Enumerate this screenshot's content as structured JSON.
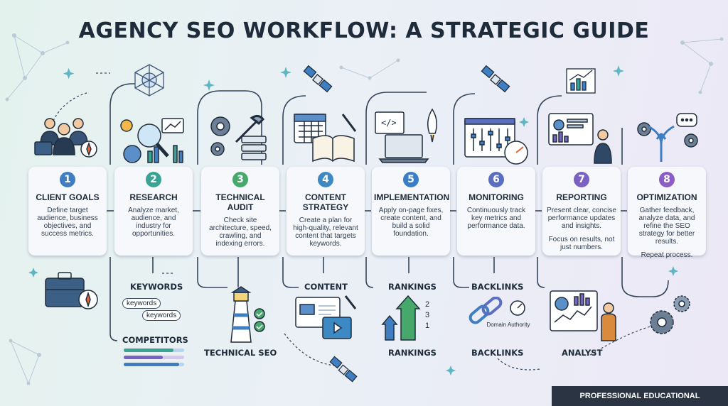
{
  "title": "AGENCY SEO WORKFLOW: A STRATEGIC GUIDE",
  "colors": {
    "step1": "#3f7fc1",
    "step2": "#3aa394",
    "step3": "#47a86b",
    "step4": "#3d89c4",
    "step5": "#3b7ec8",
    "step6": "#5b6fc0",
    "step7": "#7a62c2",
    "step8": "#8a5ec4",
    "accent": "#2f3f56"
  },
  "steps": [
    {
      "num": "1",
      "title": "CLIENT GOALS",
      "desc": "Define target audience, business objectives, and success metrics."
    },
    {
      "num": "2",
      "title": "RESEARCH",
      "desc": "Analyze market, audience, and industry for opportunities."
    },
    {
      "num": "3",
      "title": "TECHNICAL AUDIT",
      "desc": "Check site architecture, speed, crawling, and indexing errors."
    },
    {
      "num": "4",
      "title": "CONTENT STRATEGY",
      "desc": "Create a plan for high-quality, relevant content that targets keywords."
    },
    {
      "num": "5",
      "title": "IMPLEMENTATION",
      "desc": "Apply on-page fixes, create content, and build a solid foundation."
    },
    {
      "num": "6",
      "title": "MONITORING",
      "desc": "Continuously track key metrics and performance data."
    },
    {
      "num": "7",
      "title": "REPORTING",
      "desc": "Present clear, concise performance updates and insights.",
      "desc2": "Focus on results, not just numbers."
    },
    {
      "num": "8",
      "title": "OPTIMIZATION",
      "desc": "Gather feedback, analyze data, and refine the SEO strategy for better results.",
      "desc2": "Repeat process."
    }
  ],
  "labels": {
    "keywords": "KEYWORDS",
    "competitors": "COMPETITORS",
    "technical_seo": "TECHNICAL SEO",
    "content": "CONTENT",
    "rankings_top": "RANKINGS",
    "rankings_bottom": "RANKINGS",
    "backlinks_top": "BACKLINKS",
    "backlinks_bottom": "BACKLINKS",
    "analyst": "ANALYST"
  },
  "chips": [
    "keywords",
    "keywords"
  ],
  "domain_authority": "Domain Authority",
  "rank_numbers": [
    "2",
    "3",
    "1"
  ],
  "footer": "PROFESSIONAL EDUCATIONAL INFOGRAPHIC"
}
